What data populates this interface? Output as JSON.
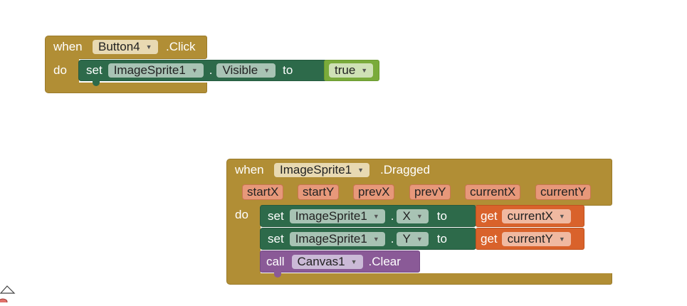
{
  "block1": {
    "when": "when",
    "component": "Button4",
    "event": ".Click",
    "do": "do",
    "set": "set",
    "target": "ImageSprite1",
    "dot": ".",
    "property": "Visible",
    "to": "to",
    "value": "true"
  },
  "block2": {
    "when": "when",
    "component": "ImageSprite1",
    "event": ".Dragged",
    "params": [
      "startX",
      "startY",
      "prevX",
      "prevY",
      "currentX",
      "currentY"
    ],
    "do": "do",
    "set1": {
      "set": "set",
      "target": "ImageSprite1",
      "dot": ".",
      "property": "X",
      "to": "to",
      "get": "get",
      "var": "currentX"
    },
    "set2": {
      "set": "set",
      "target": "ImageSprite1",
      "dot": ".",
      "property": "Y",
      "to": "to",
      "get": "get",
      "var": "currentY"
    },
    "call": {
      "call": "call",
      "component": "Canvas1",
      "method": ".Clear"
    }
  },
  "colors": {
    "event": "#b18e35",
    "setter": "#2d6a4a",
    "logic": "#7aab3b",
    "variable": "#d9622b",
    "procedure": "#8a5a97"
  },
  "icons": [
    "dropdown-arrow-icon",
    "trash-can-icon"
  ]
}
